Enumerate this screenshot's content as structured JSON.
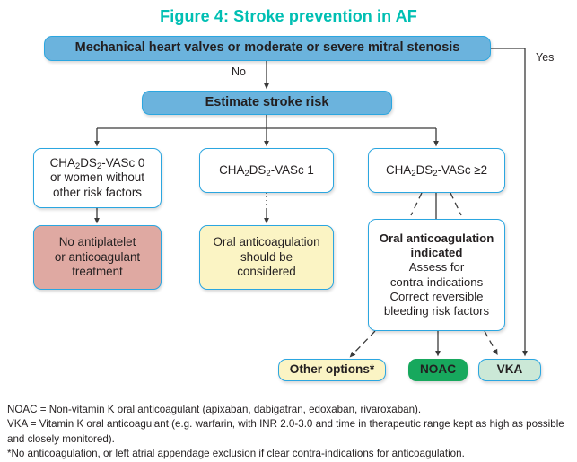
{
  "figure": {
    "title": "Figure 4: Stroke prevention in AF",
    "title_color": "#00bfb3"
  },
  "nodes": {
    "mechanical": "Mechanical heart valves or moderate or severe mitral stenosis",
    "estimate": "Estimate stroke risk",
    "score0_line1_pre": "CHA",
    "score0_sub1": "2",
    "score0_mid": "DS",
    "score0_sub2": "2",
    "score0_post": "-VASc 0",
    "score0_line2": "or women without",
    "score0_line3": "other risk factors",
    "score1_post": "-VASc 1",
    "score2_post": "-VASc ≥2",
    "no_antiplatelet_line1": "No antiplatelet",
    "no_antiplatelet_line2": "or anticoagulant",
    "no_antiplatelet_line3": "treatment",
    "oac_considered_line1": "Oral anticoagulation",
    "oac_considered_line2": "should be",
    "oac_considered_line3": "considered",
    "oac_indicated_hdr1": "Oral anticoagulation",
    "oac_indicated_hdr2": "indicated",
    "oac_indicated_line1": "Assess for",
    "oac_indicated_line2": "contra-indications",
    "oac_indicated_line3": "Correct reversible",
    "oac_indicated_line4": "bleeding risk factors",
    "other_options": "Other options*",
    "noac": "NOAC",
    "vka": "VKA"
  },
  "edges": {
    "no_label": "No",
    "yes_label": "Yes"
  },
  "colors": {
    "box_border": "#2ba6e0",
    "fill_blue": "#6bb3dd",
    "fill_pink": "#dfa9a2",
    "fill_cream": "#fbf4c4",
    "fill_noac": "#17a85d",
    "fill_vka": "#cbe8d7",
    "connector": "#3a3a3a",
    "title": "#00bfb3"
  },
  "footnotes": {
    "line1": "NOAC = Non-vitamin K oral anticoagulant (apixaban, dabigatran, edoxaban, rivaroxaban).",
    "line2": "VKA = Vitamin K oral anticoagulant (e.g. warfarin, with INR 2.0-3.0 and time in therapeutic range kept as high as possible and closely monitored).",
    "line3": "*No anticoagulation, or left atrial appendage exclusion if clear contra-indications for anticoagulation."
  }
}
